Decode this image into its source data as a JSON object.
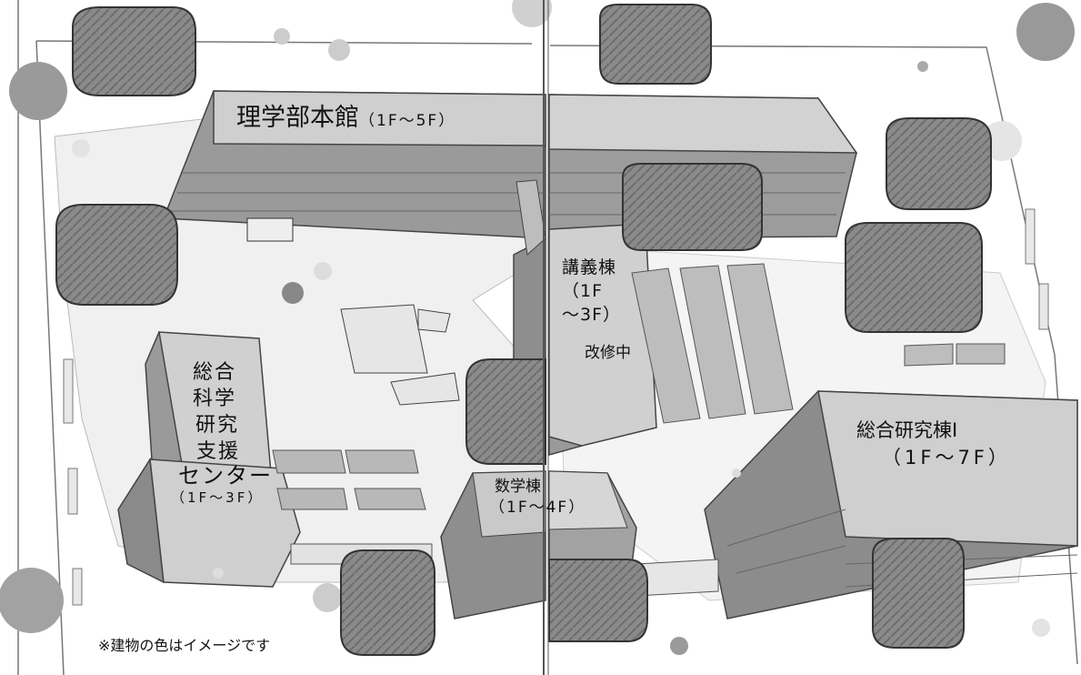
{
  "buildings": {
    "main": {
      "name": "理学部本館",
      "floors": "（1F～5F）"
    },
    "lecture": {
      "lines": [
        "講義棟",
        "（1F",
        "～3F）"
      ],
      "status": "改修中"
    },
    "science_center": {
      "lines": [
        "総合",
        "科学",
        "研究",
        "支援"
      ],
      "name2": "センター",
      "floors": "（1F～3F）"
    },
    "math": {
      "name": "数学棟",
      "floors": "（1F～4F）"
    },
    "research1": {
      "name": "総合研究棟Ⅰ",
      "floors": "（1F～7F）"
    }
  },
  "note": "※建物の色はイメージです"
}
